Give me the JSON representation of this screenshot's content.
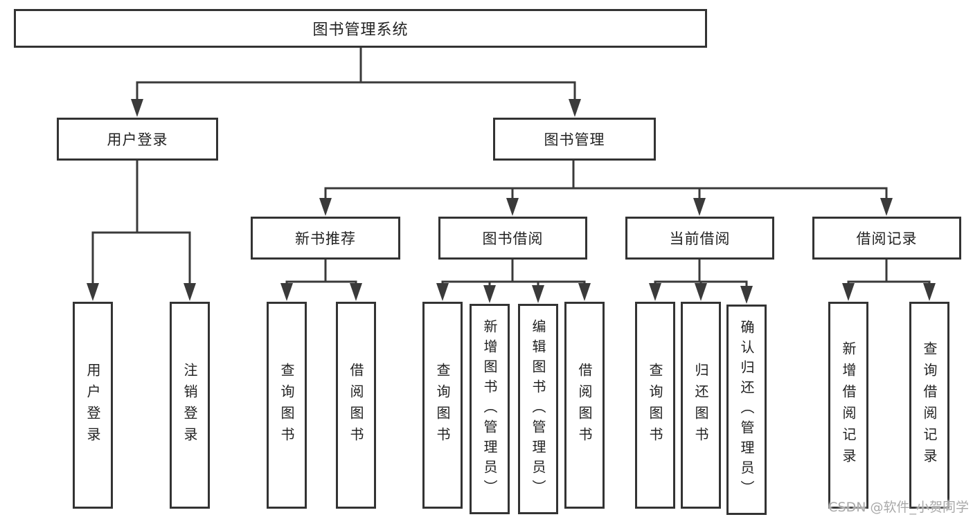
{
  "tree": {
    "label": "图书管理系统",
    "children": [
      {
        "label": "用户登录",
        "children": [
          {
            "label": "用户登录"
          },
          {
            "label": "注销登录"
          }
        ]
      },
      {
        "label": "图书管理",
        "children": [
          {
            "label": "新书推荐",
            "children": [
              {
                "label": "查询图书"
              },
              {
                "label": "借阅图书"
              }
            ]
          },
          {
            "label": "图书借阅",
            "children": [
              {
                "label": "查询图书"
              },
              {
                "label": "新增图书（管理员）"
              },
              {
                "label": "编辑图书（管理员）"
              },
              {
                "label": "借阅图书"
              }
            ]
          },
          {
            "label": "当前借阅",
            "children": [
              {
                "label": "查询图书"
              },
              {
                "label": "归还图书"
              },
              {
                "label": "确认归还（管理员）"
              }
            ]
          },
          {
            "label": "借阅记录",
            "children": [
              {
                "label": "新增借阅记录"
              },
              {
                "label": "查询借阅记录"
              }
            ]
          }
        ]
      }
    ]
  },
  "watermark": "CSDN @软件_小贺同学",
  "colors": {
    "line": "#3a3a3a",
    "box_border": "#333333",
    "text": "#222222",
    "watermark": "#a9a9a9",
    "background": "#ffffff"
  }
}
